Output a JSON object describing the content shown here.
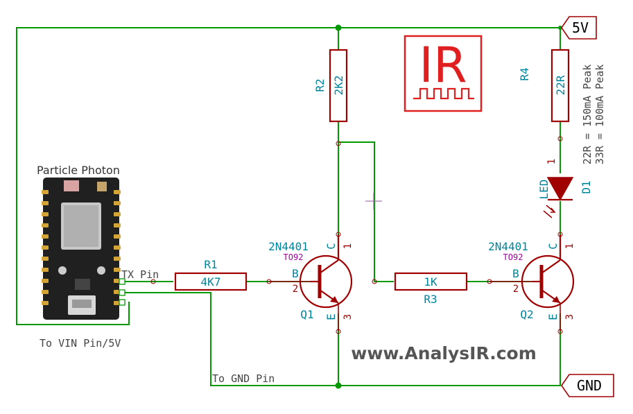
{
  "components": {
    "r1": {
      "ref": "R1",
      "value": "4K7"
    },
    "r2": {
      "ref": "R2",
      "value": "2K2"
    },
    "r3": {
      "ref": "R3",
      "value": "1K"
    },
    "r4": {
      "ref": "R4",
      "value": "22R"
    },
    "d1": {
      "ref": "D1",
      "value": "LED",
      "pin1": "1"
    },
    "q1": {
      "ref": "Q1",
      "part": "2N4401",
      "package": "TO92",
      "pin_c": "C",
      "pin_b": "B",
      "pin_e": "E",
      "num_c": "1",
      "num_b": "2",
      "num_e": "3"
    },
    "q2": {
      "ref": "Q2",
      "part": "2N4401",
      "package": "TO92",
      "pin_c": "C",
      "pin_b": "B",
      "pin_e": "E",
      "num_c": "1",
      "num_b": "2",
      "num_e": "3"
    }
  },
  "ports": {
    "vcc": "5V",
    "gnd": "GND"
  },
  "notes": {
    "peak1": "22R = 150mA Peak",
    "peak2": "33R = 100mA Peak",
    "tx": "TX Pin",
    "vin": "To VIN Pin/5V",
    "gndpin": "To GND Pin"
  },
  "board": {
    "title": "Particle Photon"
  },
  "logo": {
    "text": "IR"
  },
  "watermark": "www.AnalysIR.com"
}
